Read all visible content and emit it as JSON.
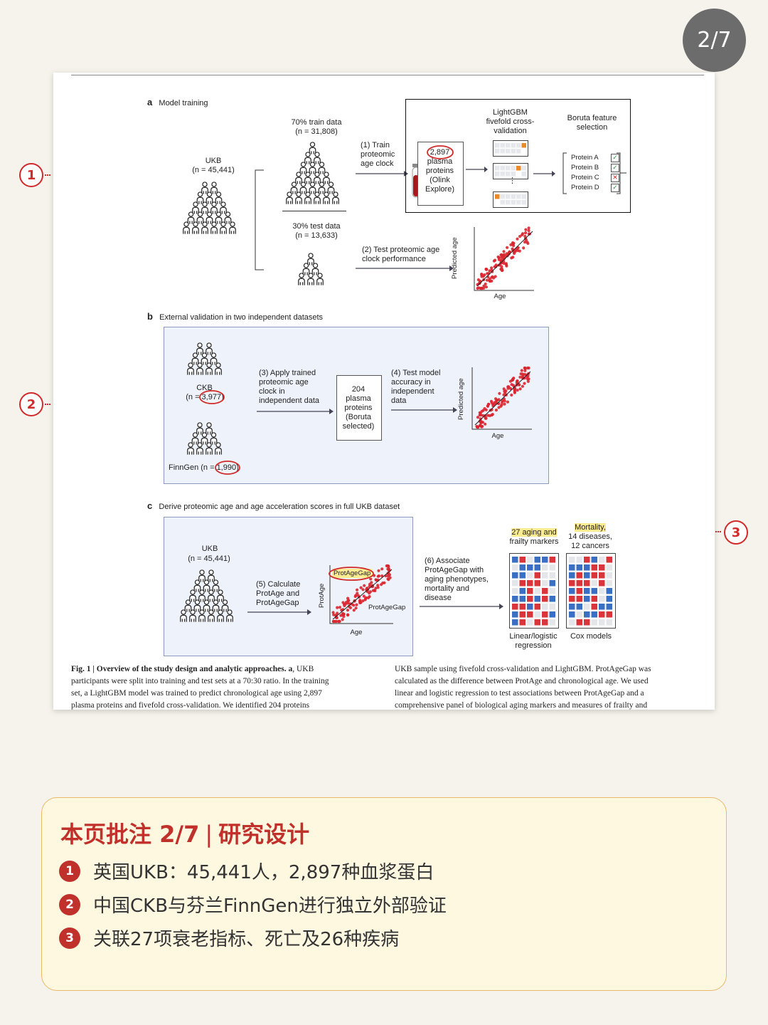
{
  "page_indicator": "2/7",
  "figure": {
    "panel_a": {
      "letter": "a",
      "title": "Model training",
      "ukb_label": "UKB",
      "ukb_n": "(n = 45,441)",
      "train_line1": "70% train data",
      "train_line2": "(n = 31,808)",
      "test_line1": "30% test data",
      "test_line2": "(n = 13,633)",
      "step1": [
        "(1) Train",
        "proteomic",
        "age clock"
      ],
      "plasma": [
        "2,897",
        "plasma",
        "proteins",
        "(Olink",
        "Explore)"
      ],
      "lightgbm": [
        "LightGBM",
        "fivefold cross-",
        "validation"
      ],
      "boruta": [
        "Boruta feature",
        "selection"
      ],
      "proteins": [
        "Protein A",
        "Protein B",
        "Protein C",
        "Protein D"
      ],
      "step2": [
        "(2) Test proteomic age",
        "clock performance"
      ],
      "y_axis": "Predicted age",
      "x_axis": "Age"
    },
    "panel_b": {
      "letter": "b",
      "title": "External validation in two independent datasets",
      "ckb_label": "CKB",
      "ckb_n": "(n = 3,977)",
      "finngen": "FinnGen (n = 1,990)",
      "step3": [
        "(3) Apply trained",
        "proteomic age",
        "clock in",
        "independent data"
      ],
      "box204": [
        "204",
        "plasma",
        "proteins",
        "(Boruta",
        "selected)"
      ],
      "step4": [
        "(4) Test model",
        "accuracy in",
        "independent",
        "data"
      ],
      "y_axis": "Predicted age",
      "x_axis": "Age"
    },
    "panel_c": {
      "letter": "c",
      "title": "Derive proteomic age and age acceleration scores in full UKB dataset",
      "ukb_label": "UKB",
      "ukb_n": "(n = 45,441)",
      "step5": [
        "(5) Calculate",
        "ProtAge and",
        "ProtAgeGap"
      ],
      "protagegap_top": "ProtAgeGap",
      "protagegap_side": "ProtAgeGap",
      "y_axis": "ProtAge",
      "x_axis": "Age",
      "step6": [
        "(6) Associate",
        "ProtAgeGap with",
        "aging phenotypes,",
        "mortality and",
        "disease"
      ],
      "markers_line1": "27 aging and",
      "markers_line2": "frailty markers",
      "mortality_line1": "Mortality,",
      "mortality_line2": "14 diseases,",
      "mortality_line3": "12 cancers",
      "linear_line1": "Linear/logistic",
      "linear_line2": "regression",
      "cox": "Cox models"
    },
    "caption": {
      "lead": "Fig. 1 | Overview of the study design and analytic approaches. a",
      "left": [
        ", UKB",
        "participants were split into training and test sets at a 70:30 ratio. In the training",
        "set, a LightGBM model was trained to predict chronological age using 2,897",
        "plasma proteins and fivefold cross-validation. We identified 204 proteins"
      ],
      "right": [
        "UKB sample using fivefold cross-validation and LightGBM. ProtAgeGap was",
        "calculated as the difference between ProtAge and chronological age. We used",
        "linear and logistic regression to test associations between ProtAgeGap and a",
        "comprehensive panel of biological aging markers and measures of frailty and"
      ]
    }
  },
  "markers": [
    "1",
    "2",
    "3"
  ],
  "annotation": {
    "title_left": "本页批注 2/7",
    "title_sep": "|",
    "title_right": "研究设计",
    "items": [
      {
        "num": "1",
        "text": "英国UKB：45,441人，2,897种血浆蛋白"
      },
      {
        "num": "2",
        "text": "中国CKB与芬兰FinnGen进行独立外部验证"
      },
      {
        "num": "3",
        "text": "关联27项衰老指标、死亡及26种疾病"
      }
    ]
  },
  "colors": {
    "accent_red": "#c0312b",
    "scatter_red": "#d9252f",
    "heat_blue": "#3a6fc4",
    "heat_orange": "#e98b2b",
    "highlight": "#fbeb91"
  }
}
